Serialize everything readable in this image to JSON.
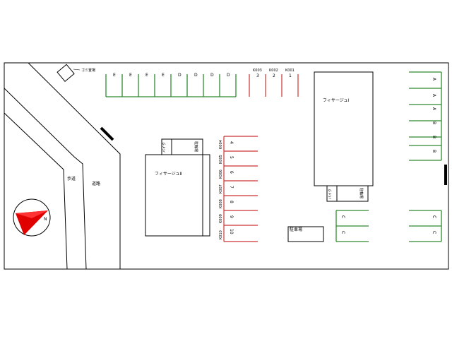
{
  "map": {
    "garbage_label": "ゴミ置場",
    "building_1": "フィサージュⅠ",
    "building_2": "フィサージュⅡ",
    "bicycle_left": "駐輪場",
    "bicycle_right": "駐輪場",
    "motorbike_left": "バイク",
    "motorbike_right": "バイク",
    "parking_lot_label": "駐車場",
    "sidewalk_label": "歩道",
    "road_label": "道路",
    "north_label": "N",
    "top_green_row": [
      "E",
      "E",
      "E",
      "E",
      "D",
      "D",
      "D",
      "D"
    ],
    "top_red_row": [
      {
        "code": "K003",
        "num": "3"
      },
      {
        "code": "K002",
        "num": "2"
      },
      {
        "code": "K001",
        "num": "1"
      }
    ],
    "middle_red_column": [
      {
        "code": "K004",
        "num": "4"
      },
      {
        "code": "K005",
        "num": "5"
      },
      {
        "code": "K006",
        "num": "6"
      },
      {
        "code": "K007",
        "num": "7"
      },
      {
        "code": "K008",
        "num": "8"
      },
      {
        "code": "K009",
        "num": "9"
      },
      {
        "code": "K010",
        "num": "10"
      }
    ],
    "right_green_column": [
      "A",
      "A",
      "A",
      "B",
      "B",
      "B"
    ],
    "bottom_green_left": [
      "C",
      "C"
    ],
    "bottom_green_right": [
      "C",
      "C"
    ],
    "colors": {
      "green": "#2e8b2e",
      "red": "#cc3333",
      "compass_red": "#e00000"
    }
  }
}
